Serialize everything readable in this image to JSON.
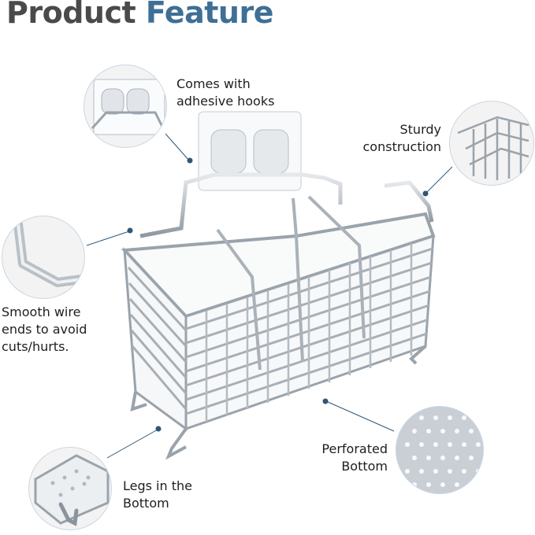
{
  "title": {
    "word1": "Product",
    "word2": "Feature"
  },
  "callouts": {
    "adhesive": {
      "line1": "Comes with",
      "line2": "adhesive hooks"
    },
    "sturdy": {
      "line1": "Sturdy",
      "line2": "construction"
    },
    "smooth": {
      "line1": "Smooth wire",
      "line2": "ends to avoid",
      "line3": "cuts/hurts."
    },
    "perforated": {
      "line1": "Perforated",
      "line2": "Bottom"
    },
    "legs": {
      "line1": "Legs in the",
      "line2": "Bottom"
    }
  },
  "colors": {
    "title_dark": "#4a4a4a",
    "title_blue": "#3f6f95",
    "connector": "#2f5677",
    "circle_border": "#c9d7e3",
    "steel": "#9aa3ab"
  }
}
